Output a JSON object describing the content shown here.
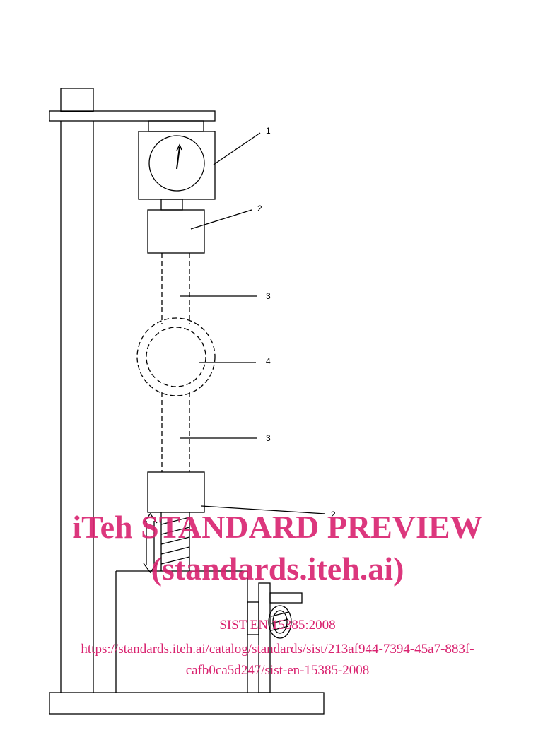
{
  "callouts": {
    "gauge": "1",
    "clamp_top": "2",
    "rod_upper": "3",
    "ring": "4",
    "rod_lower": "3",
    "clamp_bottom": "2"
  },
  "watermark": {
    "line1": "iTeh STANDARD PREVIEW",
    "line2": "(standards.iteh.ai)",
    "standard_link": "SIST EN 15385:2008",
    "catalog_url_line1": "https://standards.iteh.ai/catalog/standards/sist/213af944-7394-45a7-883f-",
    "catalog_url_line2": "cafb0ca5d247/sist-en-15385-2008"
  },
  "colors": {
    "line": "#000000",
    "watermark": "#d9226f"
  }
}
